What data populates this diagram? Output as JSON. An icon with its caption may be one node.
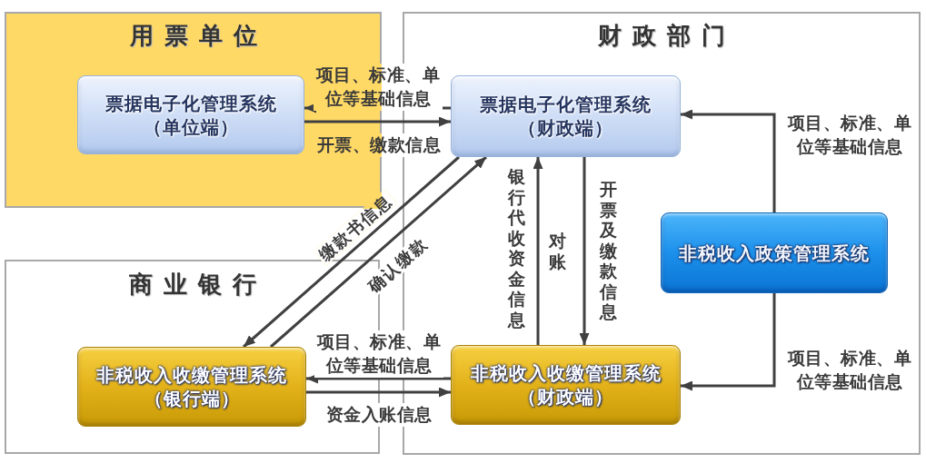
{
  "diagram": {
    "nodes": [
      {
        "text": [
          "用票单位"
        ]
      },
      {
        "text": [
          "票据电子化管理系统（单位端）"
        ],
        "in": 0
      },
      {
        "text": [
          "财政部门"
        ]
      },
      {
        "text": [
          "票据电子化管理系统（财政端）"
        ],
        "in": 2
      },
      {
        "text": [
          "非税收入政策管理系统"
        ],
        "in": 2
      },
      {
        "text": [
          "非税收入收缴管理系统（财政端）"
        ],
        "in": 2
      },
      {
        "text": [
          "商业银行"
        ]
      },
      {
        "text": [
          "非税收入收缴管理系统（银行端）"
        ],
        "in": 6
      }
    ],
    "edges": [
      {
        "from": 3,
        "to": 1,
        "arrow": "to",
        "label": "项目、标准、单位等基础信息"
      },
      {
        "from": 1,
        "to": 3,
        "arrow": "to",
        "label": "开票、缴款信息"
      },
      {
        "from": 3,
        "to": 7,
        "arrow": "to",
        "label": "缴款书信息"
      },
      {
        "from": 7,
        "to": 3,
        "arrow": "to",
        "label": "确认缴款"
      },
      {
        "from": 5,
        "to": 3,
        "arrow": "to",
        "label": "银行代收资金信息"
      },
      {
        "from": 3,
        "to": 5,
        "arrow": "to",
        "label": "开票及缴款信息"
      },
      {
        "from": 4,
        "to": 3,
        "arrow": "to",
        "label": "项目、标准、单位等基础信息"
      },
      {
        "from": 4,
        "to": 5,
        "arrow": "to",
        "label": "项目、标准、单位等基础信息"
      },
      {
        "from": 5,
        "to": 7,
        "arrow": "to",
        "label": "项目、标准、单位等基础信息"
      },
      {
        "from": 7,
        "to": 5,
        "arrow": "to",
        "label": "资金入账信息"
      }
    ],
    "labels": [
      "对账"
    ]
  }
}
